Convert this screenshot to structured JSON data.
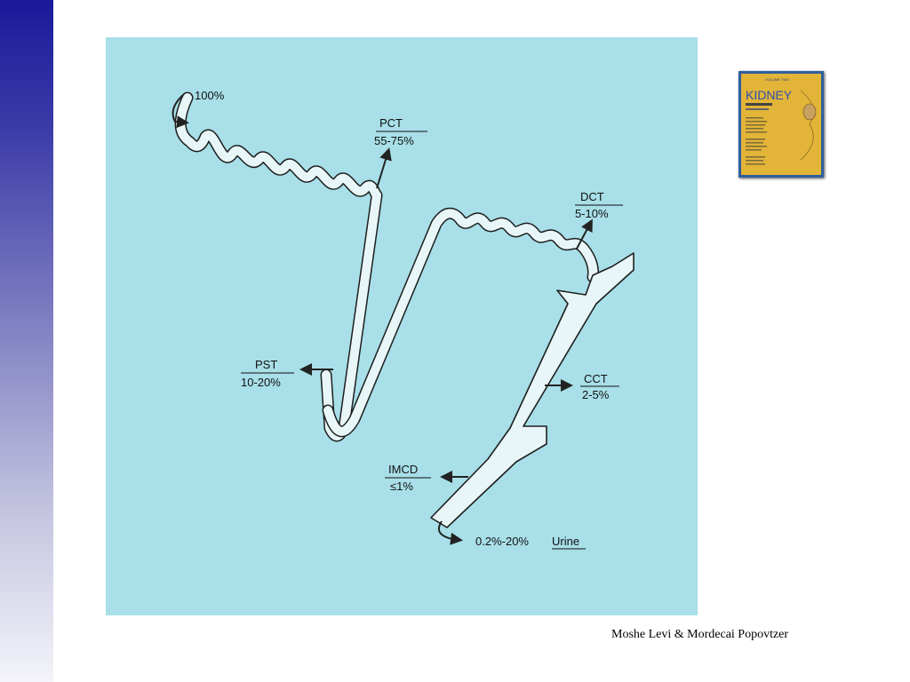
{
  "segments": [
    {
      "id": "start",
      "label": "100%"
    },
    {
      "id": "pct",
      "name": "PCT",
      "value": "55-75%"
    },
    {
      "id": "dct",
      "name": "DCT",
      "value": "5-10%"
    },
    {
      "id": "pst",
      "name": "PST",
      "value": "10-20%"
    },
    {
      "id": "cct",
      "name": "CCT",
      "value": "2-5%"
    },
    {
      "id": "imcd",
      "name": "IMCD",
      "value": "≤1%"
    }
  ],
  "urine": {
    "value": "0.2%-20%",
    "label": "Urine"
  },
  "book": {
    "title": "KIDNEY",
    "volume": "VOLUME TWO"
  },
  "credit": "Moshe Levi & Mordecai Popovtzer",
  "colors": {
    "panel": "#a8dfe8",
    "tubule": "#e8f6f8",
    "sidebar_top": "#1a1a9a",
    "book_cover": "#e2b437"
  }
}
